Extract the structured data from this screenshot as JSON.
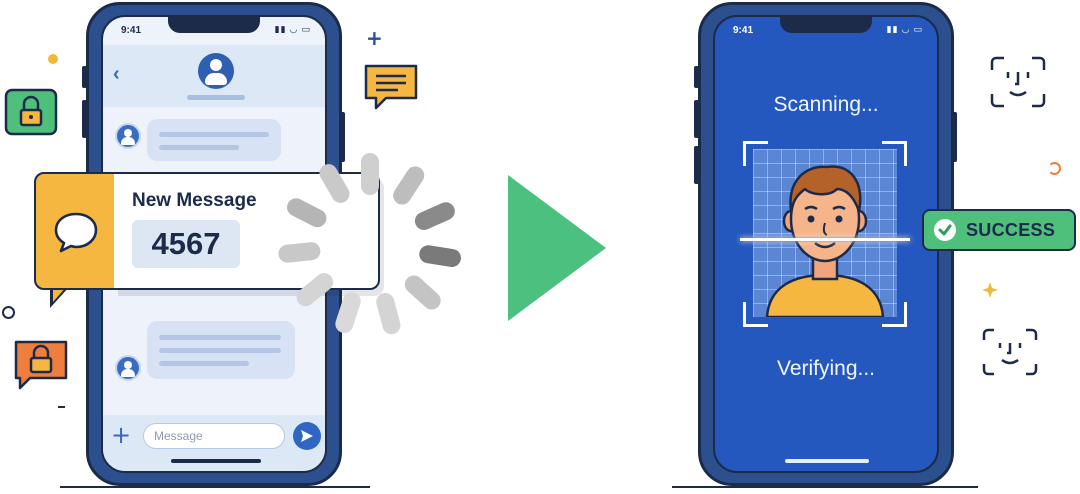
{
  "sms_phone": {
    "status_time": "9:41",
    "status_icons": "▮▮ ◡ ▭",
    "composer": {
      "placeholder": "Message"
    },
    "icons": {
      "back": "chevron-left-icon",
      "plus": "plus-icon",
      "send": "send-icon"
    }
  },
  "notification": {
    "title": "New Message",
    "code": "4567",
    "icon": "chat-bubble-icon"
  },
  "face_phone": {
    "status_time": "9:41",
    "status_icons": "▮▮ ◡ ▭",
    "scanning_text": "Scanning...",
    "verifying_text": "Verifying..."
  },
  "success_badge": {
    "label": "SUCCESS",
    "icon": "check-circle-icon"
  },
  "colors": {
    "phone_frame": "#2c4f8e",
    "outline": "#1c2b4a",
    "notification_accent": "#f5b73f",
    "arrow": "#4cc07f",
    "success": "#4fbf7c",
    "face_screen": "#2558bf"
  }
}
